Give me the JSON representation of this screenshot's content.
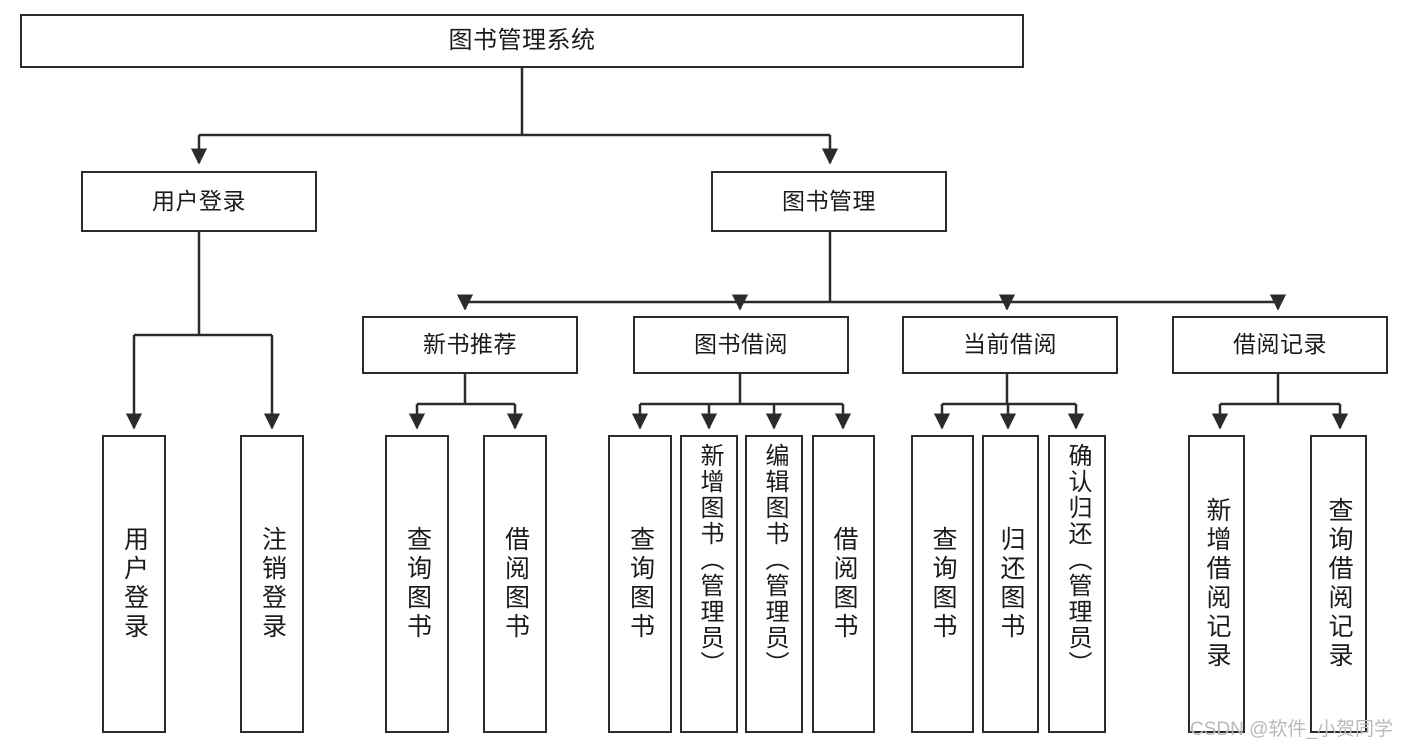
{
  "diagram": {
    "title": "图书管理系统",
    "type": "tree-hierarchy-diagram",
    "colors": {
      "box_border": "#2b2b2b",
      "box_fill": "#ffffff",
      "edge": "#2b2b2b",
      "text": "#1b1b1b",
      "watermark": "#b9b9b9",
      "background": "#ffffff"
    },
    "root": {
      "label": "图书管理系统"
    },
    "branches": [
      {
        "label": "用户登录",
        "leaves": [
          {
            "label": "用户登录"
          },
          {
            "label": "注销登录"
          }
        ]
      },
      {
        "label": "图书管理",
        "subbranches": [
          {
            "label": "新书推荐",
            "leaves": [
              {
                "label": "查询图书"
              },
              {
                "label": "借阅图书"
              }
            ]
          },
          {
            "label": "图书借阅",
            "leaves": [
              {
                "label": "查询图书"
              },
              {
                "label": "新增图书（管理员）"
              },
              {
                "label": "编辑图书（管理员）"
              },
              {
                "label": "借阅图书"
              }
            ]
          },
          {
            "label": "当前借阅",
            "leaves": [
              {
                "label": "查询图书"
              },
              {
                "label": "归还图书"
              },
              {
                "label": "确认归还（管理员）"
              }
            ]
          },
          {
            "label": "借阅记录",
            "leaves": [
              {
                "label": "新增借阅记录"
              },
              {
                "label": "查询借阅记录"
              }
            ]
          }
        ]
      }
    ],
    "watermark": "CSDN @软件_小贺同学"
  }
}
